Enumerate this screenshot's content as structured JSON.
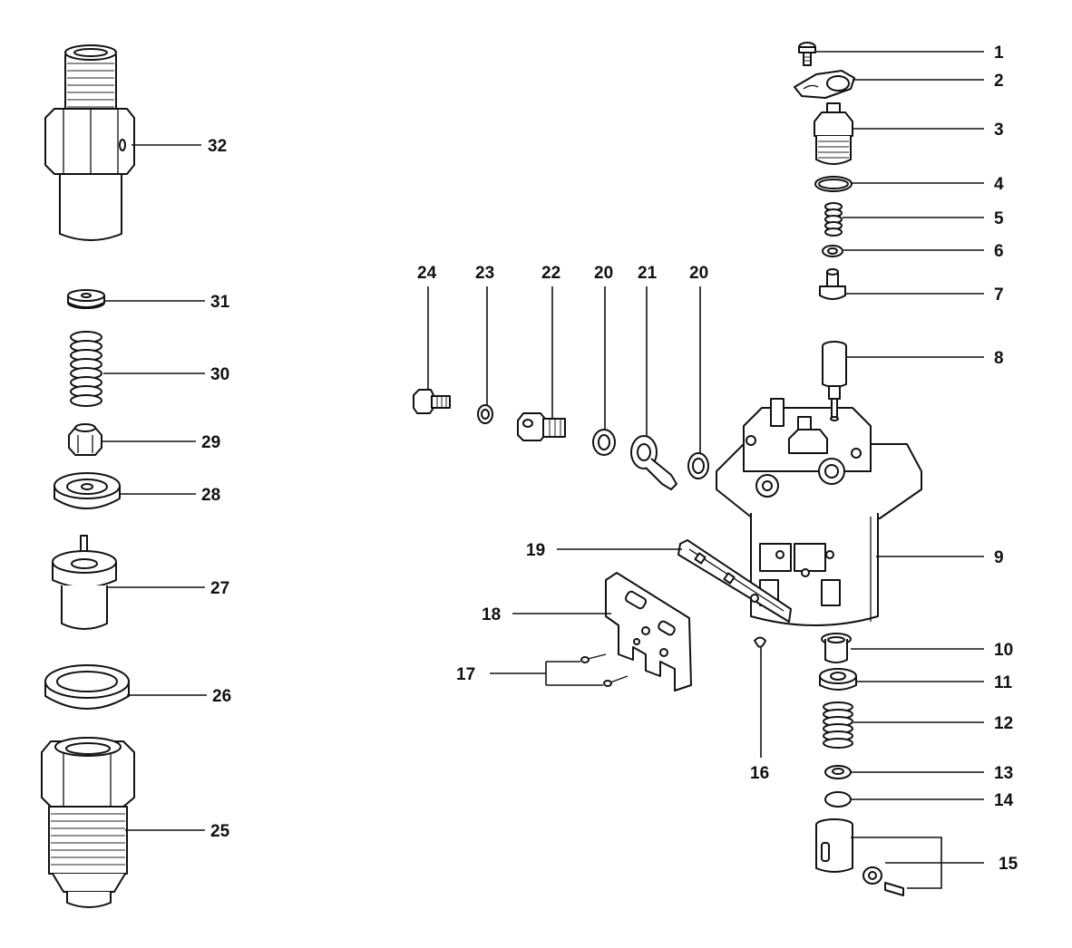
{
  "callouts": {
    "c1": "1",
    "c2": "2",
    "c3": "3",
    "c4": "4",
    "c5": "5",
    "c6": "6",
    "c7": "7",
    "c8": "8",
    "c9": "9",
    "c10": "10",
    "c11": "11",
    "c12": "12",
    "c13": "13",
    "c14": "14",
    "c15": "15",
    "c16": "16",
    "c17": "17",
    "c18": "18",
    "c19": "19",
    "c20a": "20",
    "c20b": "20",
    "c21": "21",
    "c22": "22",
    "c23": "23",
    "c24": "24",
    "c25": "25",
    "c26": "26",
    "c27": "27",
    "c28": "28",
    "c29": "29",
    "c30": "30",
    "c31": "31",
    "c32": "32"
  }
}
